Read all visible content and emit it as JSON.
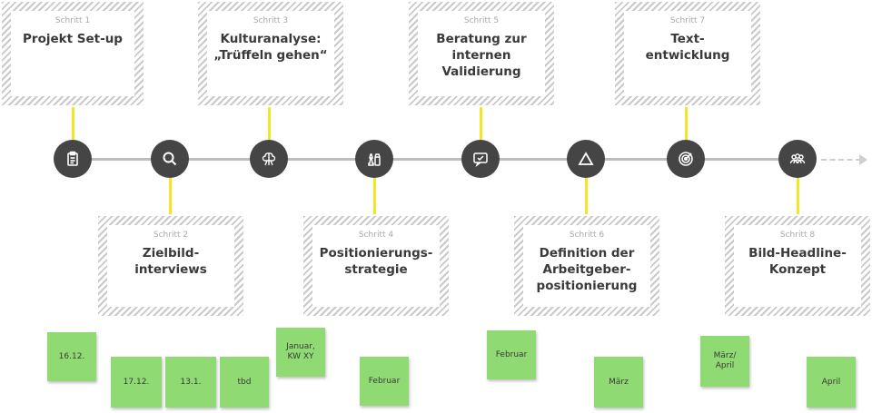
{
  "steps": [
    {
      "label": "Schritt 1",
      "title": "Projekt Set-up"
    },
    {
      "label": "Schritt 2",
      "title": "Zielbild-\ninterviews"
    },
    {
      "label": "Schritt 3",
      "title": "Kulturanalyse:\n„Trüffeln gehen“"
    },
    {
      "label": "Schritt 4",
      "title": "Positionierungs-\nstrategie"
    },
    {
      "label": "Schritt 5",
      "title": "Beratung zur\ninternen\nValidierung"
    },
    {
      "label": "Schritt 6",
      "title": "Definition der\nArbeitgeber-\npositionierung"
    },
    {
      "label": "Schritt 7",
      "title": "Text-\nentwicklung"
    },
    {
      "label": "Schritt 8",
      "title": "Bild-Headline-\nKonzept"
    }
  ],
  "icons": [
    "clipboard-icon",
    "search-icon",
    "brain-icon",
    "chess-icon",
    "chat-check-icon",
    "triangle-icon",
    "target-icon",
    "people-icon"
  ],
  "notes": [
    "16.12.",
    "17.12.",
    "13.1.",
    "tbd",
    "Januar,\nKW XY",
    "Februar",
    "Februar",
    "März",
    "März/\nApril",
    "April"
  ],
  "colors": {
    "node": "#454545",
    "connector": "#f2e627",
    "note": "#8fda73",
    "line": "#bdbdbd"
  }
}
